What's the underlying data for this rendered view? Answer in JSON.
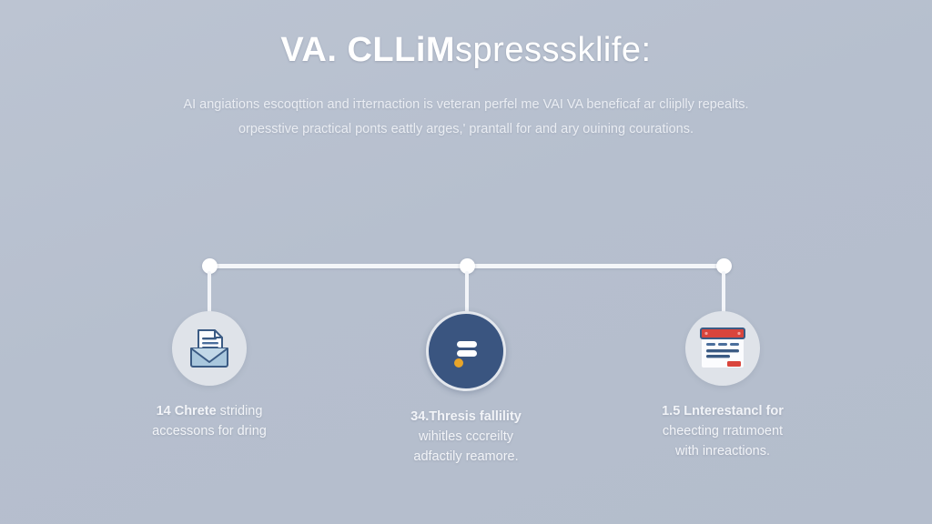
{
  "header": {
    "title_strong": "VA. CLLiM",
    "title_light": "spresssklife:",
    "subtitle_line_1": "AI angiations escoqttion and iтternaction is veteran perfel me VAI VA beneficaf ar cliiplly repealts.",
    "subtitle_line_2": "orpesstive practical ponts eattly arges,' prantall for and ary ouining courations."
  },
  "timeline": {
    "nodes": [
      {
        "name": "timeline-node-1",
        "x_percent": 0
      },
      {
        "name": "timeline-node-2",
        "x_percent": 50
      },
      {
        "name": "timeline-node-3",
        "x_percent": 100
      }
    ]
  },
  "steps": [
    {
      "icon": "envelope-document-icon",
      "icon_style": "light",
      "caption_lead": "14 Chrete",
      "caption_line_1_rest": " striding",
      "caption_line_2": "accessons for dring",
      "caption_line_3": ""
    },
    {
      "icon": "list-lines-dot-icon",
      "icon_style": "filled",
      "caption_lead": "34.Thresis fallility",
      "caption_line_1_rest": "",
      "caption_line_2": "wihitles cccreilty",
      "caption_line_3": "adfactily reamore."
    },
    {
      "icon": "web-form-window-icon",
      "icon_style": "light",
      "caption_lead": "1.5 Lnterestancl for",
      "caption_line_1_rest": "",
      "caption_line_2": "cheecting rratımoent",
      "caption_line_3": "with inreactions."
    }
  ],
  "colors": {
    "background_top": "#bcc4d2",
    "background_bottom": "#b4bdcc",
    "text_light": "#f2f4f8",
    "disc_light": "#dfe3e9",
    "disc_filled": "#3a5580",
    "accent_orange": "#e8a52a",
    "accent_red": "#d9453c",
    "ink_blue": "#3b5b84",
    "paper_white": "#fbfcfe",
    "envelope_blue": "#a9c7dd",
    "rail_white": "#f4f6f9"
  }
}
